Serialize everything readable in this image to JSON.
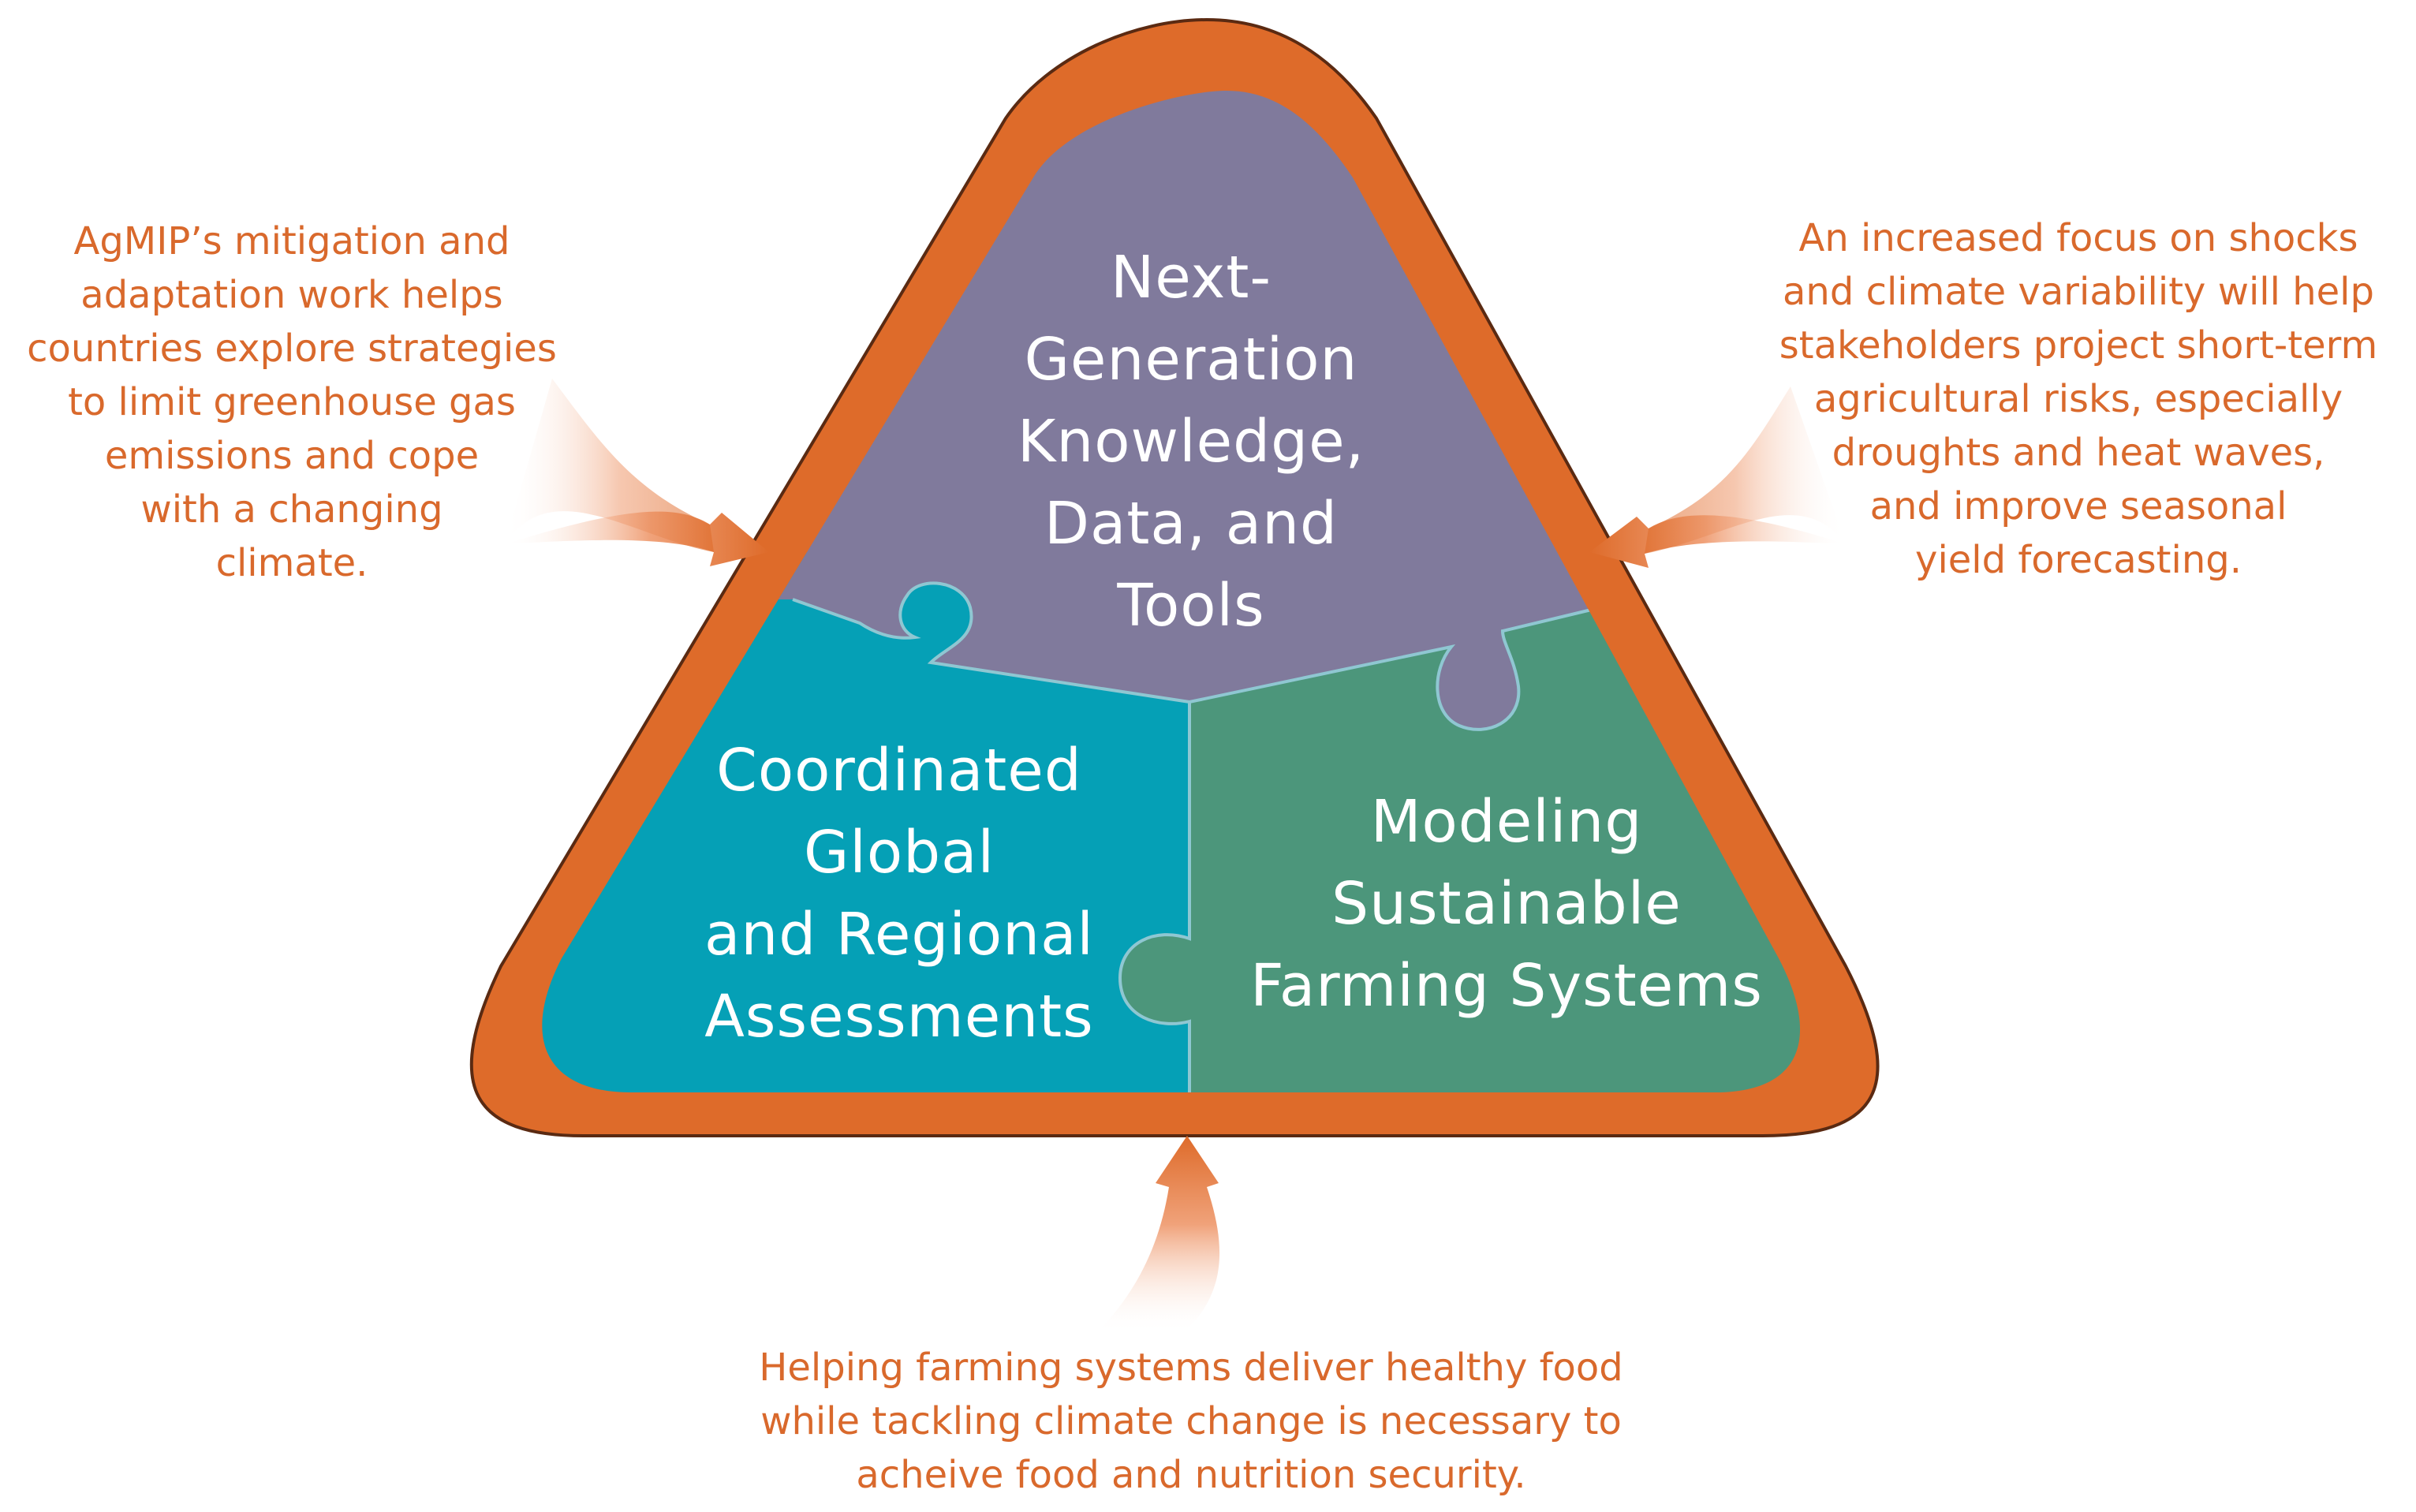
{
  "colors": {
    "orange_frame": "#DE6B2A",
    "frame_outline": "#5A2A12",
    "purple_piece": "#807A9C",
    "teal_piece": "#05A0B6",
    "green_piece": "#4C967B",
    "seam": "#8FC7D2",
    "callout_text": "#D9692C"
  },
  "pieces": {
    "top": {
      "lines": [
        "Next-",
        "Generation",
        "Knowledge,",
        "Data, and",
        "Tools"
      ]
    },
    "left": {
      "lines": [
        "Coordinated",
        "Global",
        "and Regional",
        "Assessments"
      ]
    },
    "right": {
      "lines": [
        "Modeling",
        "Sustainable",
        "Farming Systems"
      ]
    }
  },
  "callouts": {
    "left": {
      "lines": [
        "AgMIP’s mitigation and",
        "adaptation work helps",
        "countries explore strategies",
        "to limit greenhouse gas",
        "emissions and cope",
        "with a changing",
        "climate."
      ]
    },
    "right": {
      "lines": [
        "An increased focus on shocks",
        "and climate variability will help",
        "stakeholders project short-term",
        "agricultural risks, especially",
        "droughts and heat waves,",
        "and improve seasonal",
        "yield forecasting."
      ]
    },
    "bottom": {
      "lines": [
        "Helping farming systems deliver healthy food",
        "while tackling climate change is necessary to",
        "acheive food and nutrition security."
      ]
    }
  }
}
